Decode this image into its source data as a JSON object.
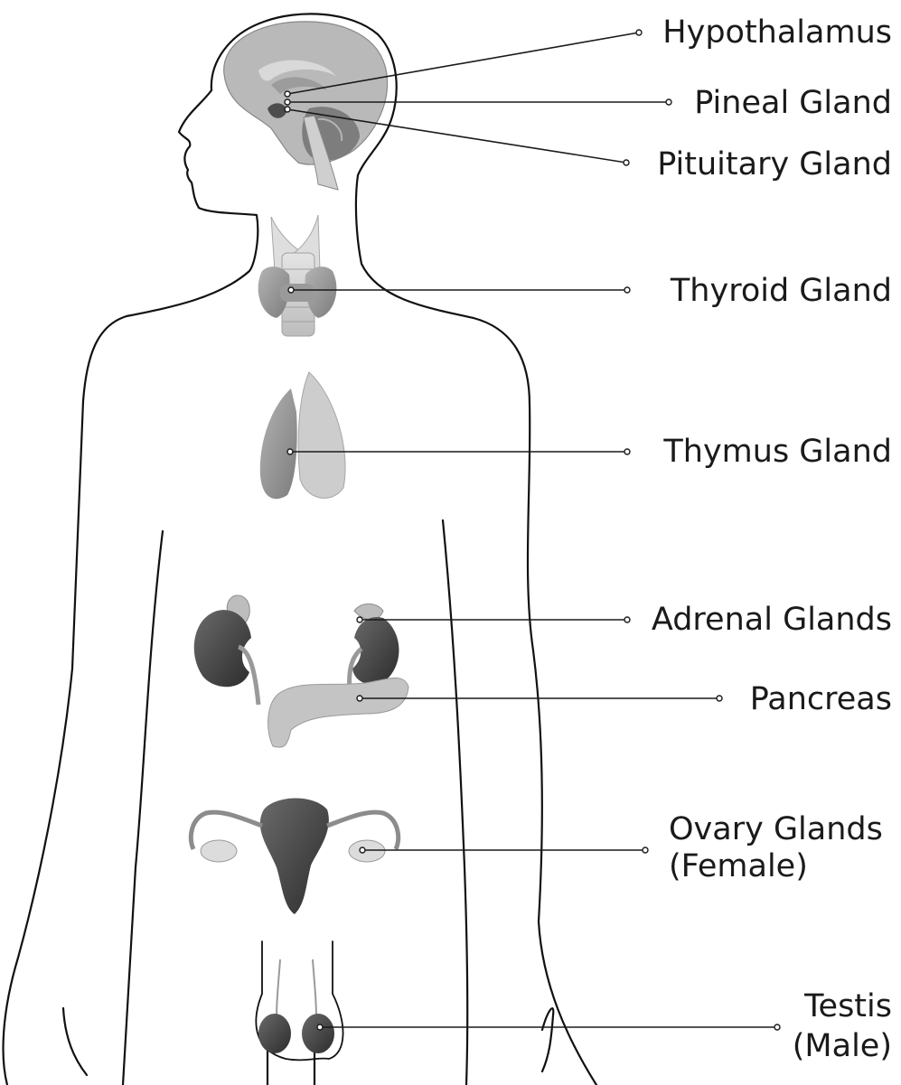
{
  "labels": {
    "hypothalamus": "Hypothalamus",
    "pineal": "Pineal Gland",
    "pituitary": "Pituitary Gland",
    "thyroid": "Thyroid Gland",
    "thymus": "Thymus Gland",
    "adrenal": "Adrenal Glands",
    "pancreas": "Pancreas",
    "ovary_line1": "Ovary Glands",
    "ovary_line2": "(Female)",
    "testis_line1": "Testis",
    "testis_line2": "(Male)"
  }
}
